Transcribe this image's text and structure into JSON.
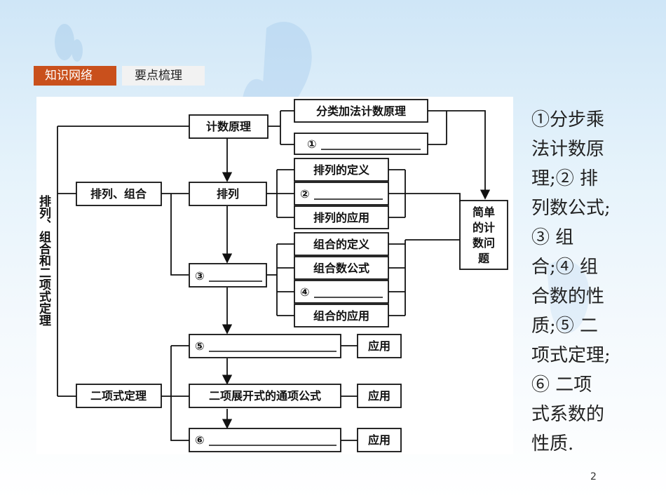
{
  "tabs": [
    {
      "label": "知识网络",
      "active": true
    },
    {
      "label": "要点梳理",
      "active": false
    }
  ],
  "diagram": {
    "root": "排列、组合和二项式定理",
    "left_nodes": {
      "perm_comb": "排列、组合",
      "binomial": "二项式定理"
    },
    "counting_principle": "计数原理",
    "addition_principle": "分类加法计数原理",
    "blank1": "①",
    "permutation": "排列",
    "perm_def": "排列的定义",
    "blank2": "②",
    "perm_app": "排列的应用",
    "blank3": "③",
    "comb_def": "组合的定义",
    "comb_formula": "组合数公式",
    "blank4": "④",
    "comb_app": "组合的应用",
    "simple_counting": "简单的计数问题",
    "blank5": "⑤",
    "general_term": "二项展开式的通项公式",
    "blank6": "⑥",
    "app1": "应用",
    "app2": "应用",
    "app3": "应用"
  },
  "answer_text": "①分步乘法计数原理;② 排列数公式;③ 组合;④ 组合数的性质;⑤ 二项式定理;⑥ 二项式系数的性质.",
  "answer_lines": [
    "①分步乘",
    "法计数原",
    "理;② 排",
    "列数公式;",
    "③ 组",
    "合;④ 组",
    "合数的性",
    "质;⑤ 二",
    "项式定理;",
    "⑥ 二项",
    "式系数的",
    "性质."
  ],
  "page_number": "2",
  "colors": {
    "tab_active": "#c9501c",
    "tab_inactive": "#f2f2f2",
    "background_top": "#cfe6f7"
  }
}
